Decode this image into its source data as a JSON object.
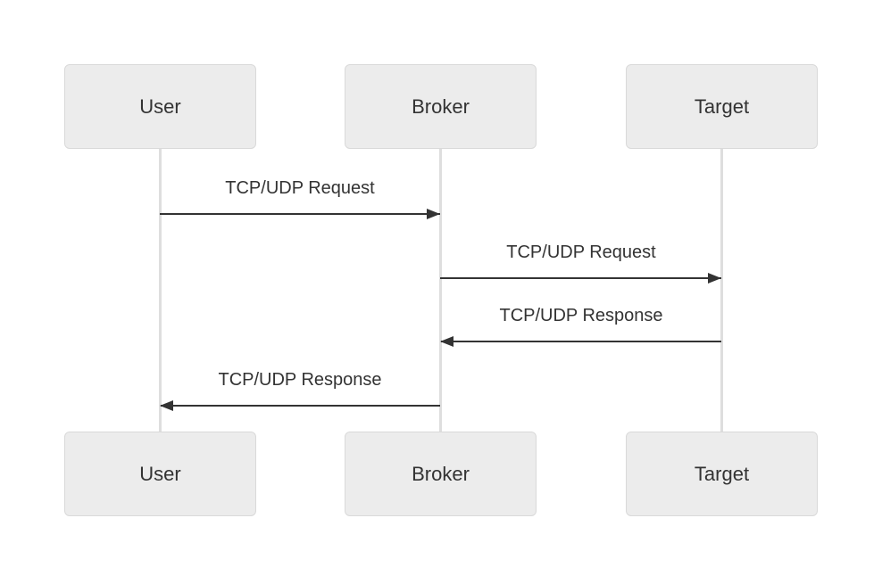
{
  "diagram": {
    "type": "sequence",
    "actors": [
      {
        "id": "user",
        "label": "User"
      },
      {
        "id": "broker",
        "label": "Broker"
      },
      {
        "id": "target",
        "label": "Target"
      }
    ],
    "messages": [
      {
        "from": "User",
        "to": "Broker",
        "label": "TCP/UDP Request",
        "direction": "right"
      },
      {
        "from": "Broker",
        "to": "Target",
        "label": "TCP/UDP Request",
        "direction": "right"
      },
      {
        "from": "Target",
        "to": "Broker",
        "label": "TCP/UDP Response",
        "direction": "left"
      },
      {
        "from": "Broker",
        "to": "User",
        "label": "TCP/UDP Response",
        "direction": "left"
      }
    ],
    "colors": {
      "background": "#ffffff",
      "actor_fill": "#ececec",
      "actor_border": "#d9d9d9",
      "text": "#333333",
      "arrow": "#333333",
      "lifeline": "#dedede"
    }
  }
}
